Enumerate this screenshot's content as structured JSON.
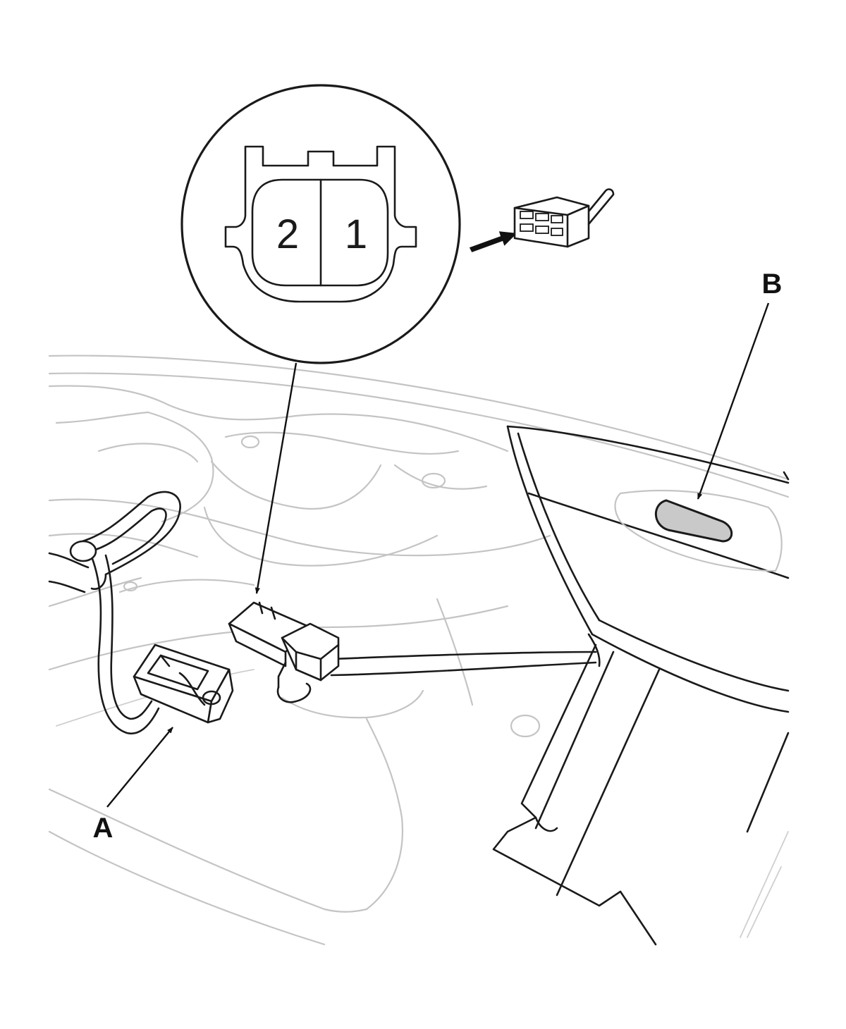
{
  "callouts": {
    "a_label": "A",
    "b_label": "B"
  },
  "connector_detail": {
    "pin_left": "2",
    "pin_right": "1"
  },
  "icons": {
    "view_direction": "arrow-to-connector-face-icon",
    "connector_body": "harness-connector-icon"
  }
}
